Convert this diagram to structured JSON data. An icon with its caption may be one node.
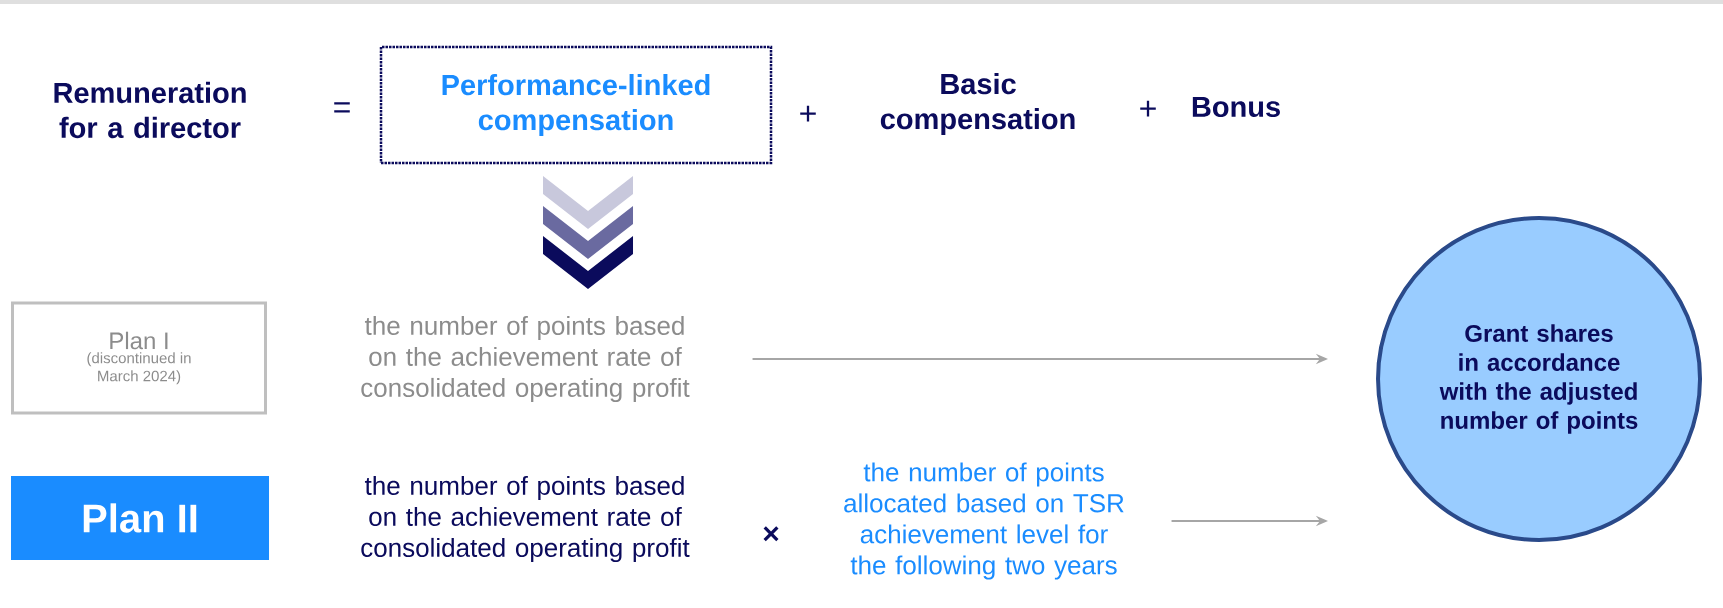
{
  "diagram": {
    "nodes": [
      {
        "text": [
          "Performance-linked compensation"
        ]
      },
      {
        "text": [
          "Plan I",
          "(discontinued in March 2024)"
        ]
      },
      {
        "text": [
          "the number of points based on the achievement rate of consolidated operating profit"
        ]
      },
      {
        "text": [
          "Grant shares in accordance with the adjusted number of points"
        ]
      },
      {
        "text": [
          "Plan II"
        ]
      },
      {
        "text": [
          "the number of points allocated based on TSR achievement level for the following two years"
        ]
      }
    ],
    "edges": [
      {
        "from": 2,
        "to": 3,
        "arrow": "to"
      },
      {
        "from": 5,
        "to": 3,
        "arrow": "to"
      }
    ],
    "labels": [
      "Remuneration for a director",
      "=",
      "+",
      "Basic compensation",
      "+",
      "Bonus",
      "the number of points based on the achievement rate of consolidated operating profit",
      "×"
    ]
  }
}
